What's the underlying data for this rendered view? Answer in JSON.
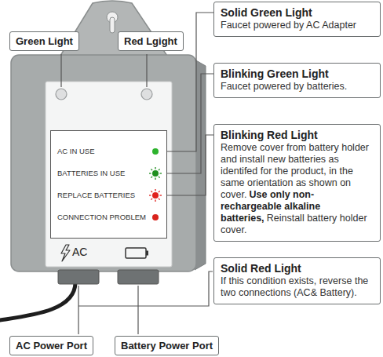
{
  "diagram": {
    "nodes": [
      {
        "text": [
          "Green Light"
        ]
      },
      {
        "text": [
          "Red Lgight"
        ]
      },
      {
        "text": [
          "Solid Green Light",
          "Faucet powered by AC Adapter"
        ]
      },
      {
        "text": [
          "Blinking Green Light",
          "Faucet powered by batteries."
        ]
      },
      {
        "text": [
          "AC IN USE",
          "BATTERIES IN USE",
          "REPLACE BATTERIES",
          "CONNECTION PROBLEM"
        ]
      },
      {
        "text": [
          "Blinking Red Light",
          "Remove cover from battery holder and install new batteries as identifed for the product, in the same orientation as shown on cover.",
          "Use only non-rechargeable alkaline batteries,",
          "Reinstall battery holder cover."
        ]
      },
      {
        "text": [
          "Solid Red Light",
          "If this condition exists, reverse the two connections (AC& Battery)."
        ]
      },
      {
        "text": [
          "AC Power Port"
        ]
      },
      {
        "text": [
          "Battery Power Port"
        ]
      }
    ],
    "edges": [
      {
        "from": 2,
        "to": 4,
        "arrow": "none"
      },
      {
        "from": 3,
        "to": 4,
        "arrow": "none"
      },
      {
        "from": 5,
        "to": 4,
        "arrow": "none"
      }
    ],
    "labels": [
      "AC"
    ]
  }
}
